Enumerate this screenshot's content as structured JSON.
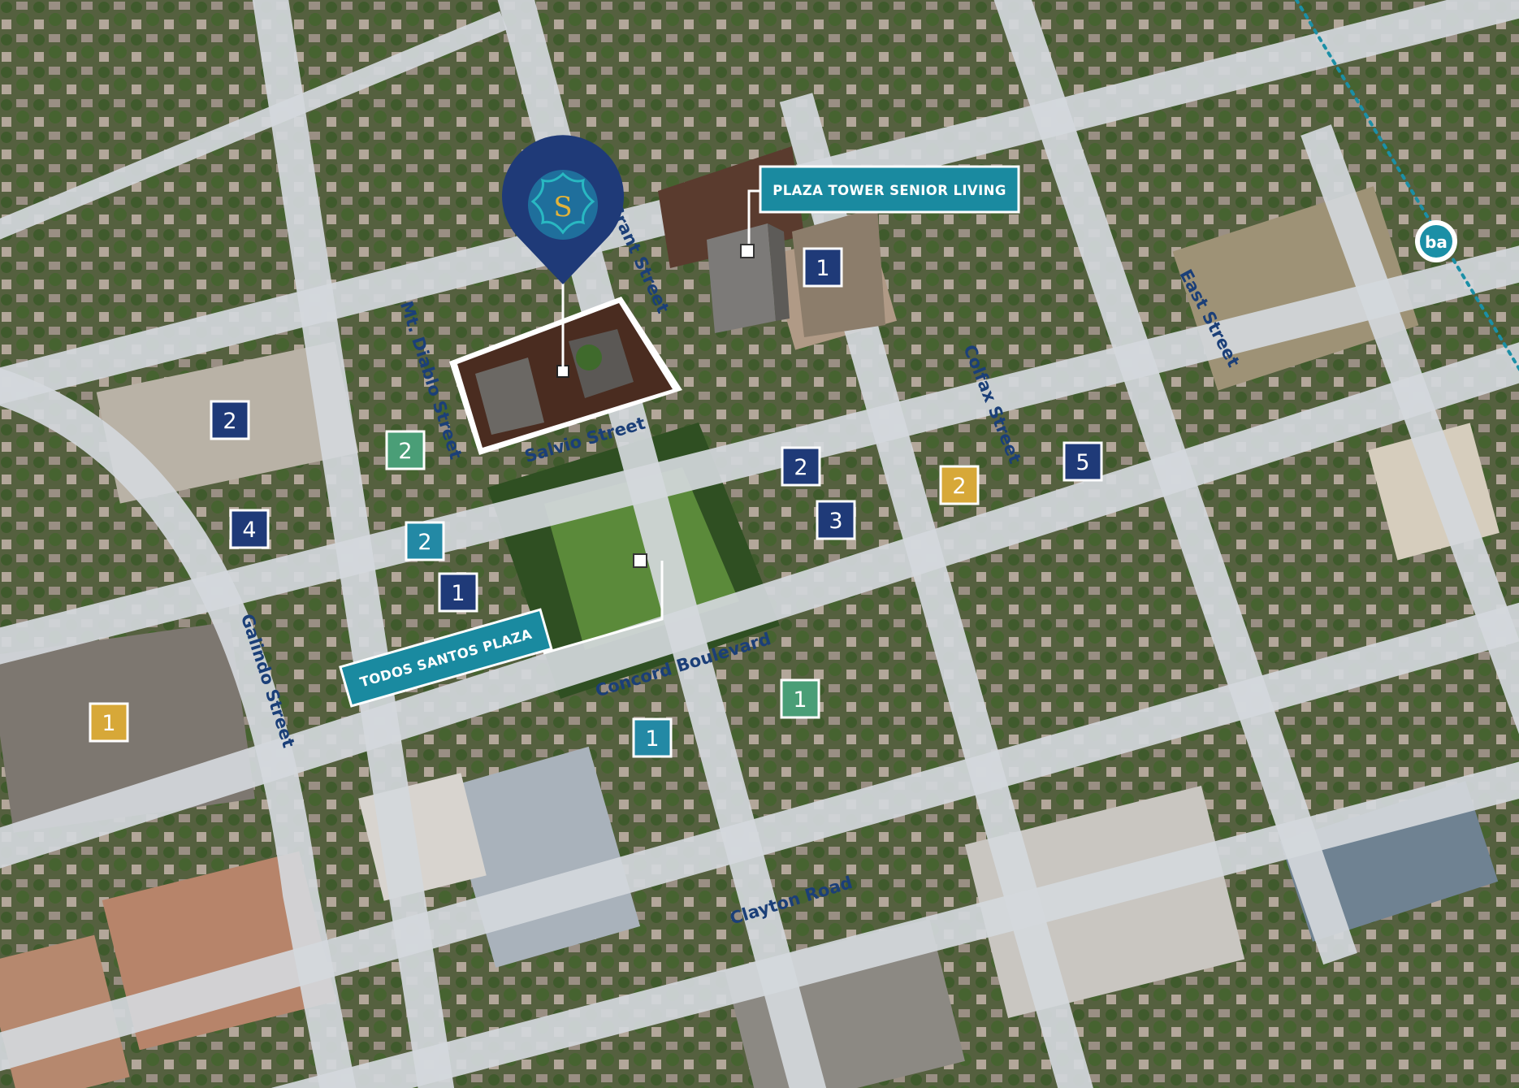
{
  "colors": {
    "aerial_base": "#4a5a3c",
    "road": "#d4d8dc",
    "tree_canopy": "#2f4f22",
    "site_roof": "#4a2c20",
    "callout_teal": "#1a8aa0",
    "callout_border": "#ffffff",
    "pin_navy": "#1f3a78",
    "street_text": "#1b3f78",
    "transit_line": "#1b8fa6",
    "category_colors": {
      "navy": "#1f3a78",
      "green": "#4a9e77",
      "gold": "#d7a838",
      "teal": "#2389a5"
    }
  },
  "site_pin": {
    "icon": "spark-logo-pin",
    "monogram": "S"
  },
  "callouts": [
    {
      "key": "plaza_tower",
      "label": "PLAZA TOWER SENIOR LIVING"
    },
    {
      "key": "todos_santos",
      "label": "TODOS SANTOS PLAZA"
    }
  ],
  "streets": [
    {
      "key": "grant",
      "label": "Grant Street"
    },
    {
      "key": "mt_diablo",
      "label": "Mt. Diablo Street"
    },
    {
      "key": "salvio",
      "label": "Salvio Street"
    },
    {
      "key": "colfax",
      "label": "Colfax Street"
    },
    {
      "key": "east",
      "label": "East Street"
    },
    {
      "key": "concord",
      "label": "Concord Boulevard"
    },
    {
      "key": "galindo",
      "label": "Galindo Street"
    },
    {
      "key": "clayton",
      "label": "Clayton Road"
    }
  ],
  "markers": [
    {
      "number": "1",
      "category": "navy"
    },
    {
      "number": "2",
      "category": "navy"
    },
    {
      "number": "2",
      "category": "green"
    },
    {
      "number": "4",
      "category": "navy"
    },
    {
      "number": "2",
      "category": "teal"
    },
    {
      "number": "1",
      "category": "navy"
    },
    {
      "number": "2",
      "category": "navy"
    },
    {
      "number": "3",
      "category": "navy"
    },
    {
      "number": "2",
      "category": "gold"
    },
    {
      "number": "5",
      "category": "navy"
    },
    {
      "number": "1",
      "category": "gold"
    },
    {
      "number": "1",
      "category": "teal"
    },
    {
      "number": "1",
      "category": "green"
    }
  ],
  "transit": {
    "icon": "bart-station-icon",
    "label": "ba"
  }
}
